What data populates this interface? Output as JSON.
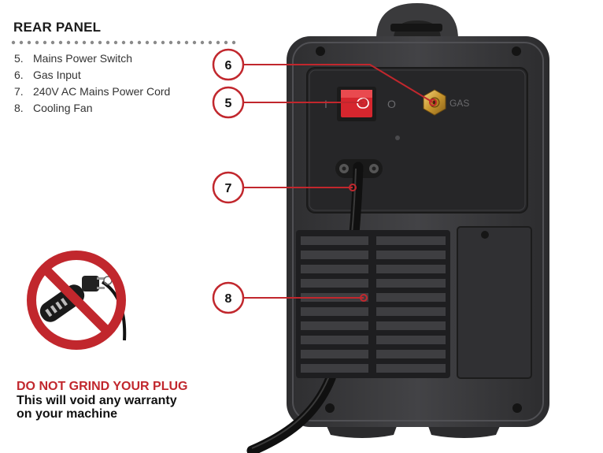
{
  "heading": "REAR PANEL",
  "legend": [
    {
      "num": "5.",
      "label": "Mains Power Switch"
    },
    {
      "num": "6.",
      "label": "Gas Input"
    },
    {
      "num": "7.",
      "label": "240V AC Mains Power Cord"
    },
    {
      "num": "8.",
      "label": "Cooling Fan"
    }
  ],
  "callouts": [
    {
      "number": "6"
    },
    {
      "number": "5"
    },
    {
      "number": "7"
    },
    {
      "number": "8"
    }
  ],
  "panel_markings": {
    "switch_on": "I",
    "switch_off": "O",
    "gas": "GAS"
  },
  "warning": {
    "headline": "DO NOT GRIND YOUR PLUG",
    "line1": "This will void any warranty",
    "line2": "on your machine"
  },
  "colors": {
    "accent_red": "#c1272d",
    "machine_body": "#3b3b3d",
    "machine_panel": "#2a2a2c"
  },
  "icons": {
    "prohibition": "no-grinding-plug-icon"
  }
}
